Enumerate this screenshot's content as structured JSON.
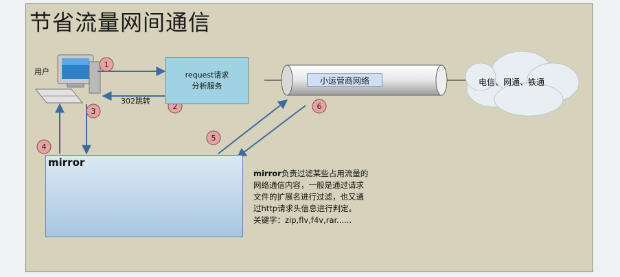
{
  "title": "节省流量网间通信",
  "user_label": "用户",
  "request_service": {
    "line1": "request请求",
    "line2": "分析服务"
  },
  "redirect_label": "302跳转",
  "network_label": "小运营商网络",
  "cloud_label": "电信、网通、铁通",
  "mirror_label": "mirror",
  "steps": [
    "1",
    "2",
    "3",
    "4",
    "5",
    "6"
  ],
  "description": {
    "term": "mirror",
    "line1_rest": "负责过滤某些占用流量的",
    "line2": "网络通信内容，一般是通过请求",
    "line3": "文件的扩展名进行过滤，也又通",
    "line4": "过http请求头信息进行判定。",
    "line5": "关键字：zip,flv,f4v,rar......"
  },
  "colors": {
    "panel": "#d6d2bb",
    "arrow": "#3f6aa1",
    "step_circle": "#e6a3a3",
    "request_box": "#9fd3e3"
  }
}
